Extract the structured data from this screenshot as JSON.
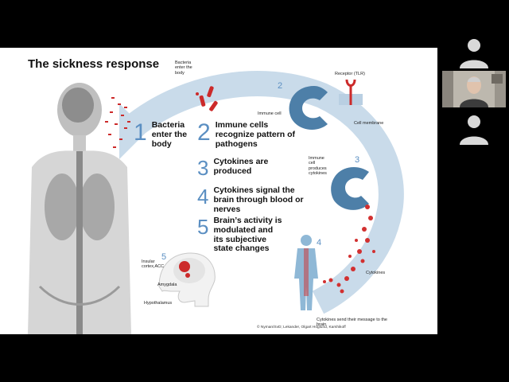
{
  "slide": {
    "title": "The sickness response",
    "steps": [
      {
        "num": "1",
        "text": "Bacteria enter the body"
      },
      {
        "num": "2",
        "text": "Immune cells recognize pattern of pathogens"
      },
      {
        "num": "3",
        "text": "Cytokines are produced"
      },
      {
        "num": "4",
        "text": "Cytokines signal the brain through blood or nerves"
      },
      {
        "num": "5",
        "text": "Brain’s activity is modulated and its subjective state changes"
      }
    ],
    "cycle_numbers": [
      "2",
      "3",
      "4",
      "5"
    ],
    "labels": {
      "bacteria": "Bacteria enter the body",
      "receptor": "Receptor (TLR)",
      "immune_cell": "Immune cell",
      "cell_membrane": "Cell membrane",
      "immune_produces": "Immune cell produces cytokines",
      "cytokines": "Cytokines",
      "send_message": "Cytokines send their message to the brain",
      "insular": "Insular cortex,ACC",
      "amygdala": "Amygdala",
      "hypothalamus": "Hypothalamus"
    },
    "copyright": "© Nyman/SvD; Lekander, Olgart Höglund, Karshikoff"
  },
  "participants": [
    {
      "id": "p1",
      "type": "avatar"
    },
    {
      "id": "p2",
      "type": "video"
    },
    {
      "id": "p3",
      "type": "avatar"
    }
  ],
  "colors": {
    "accent": "#5b8fc2",
    "bacteria": "#cc2a2a",
    "cell": "#4d7fa8"
  }
}
